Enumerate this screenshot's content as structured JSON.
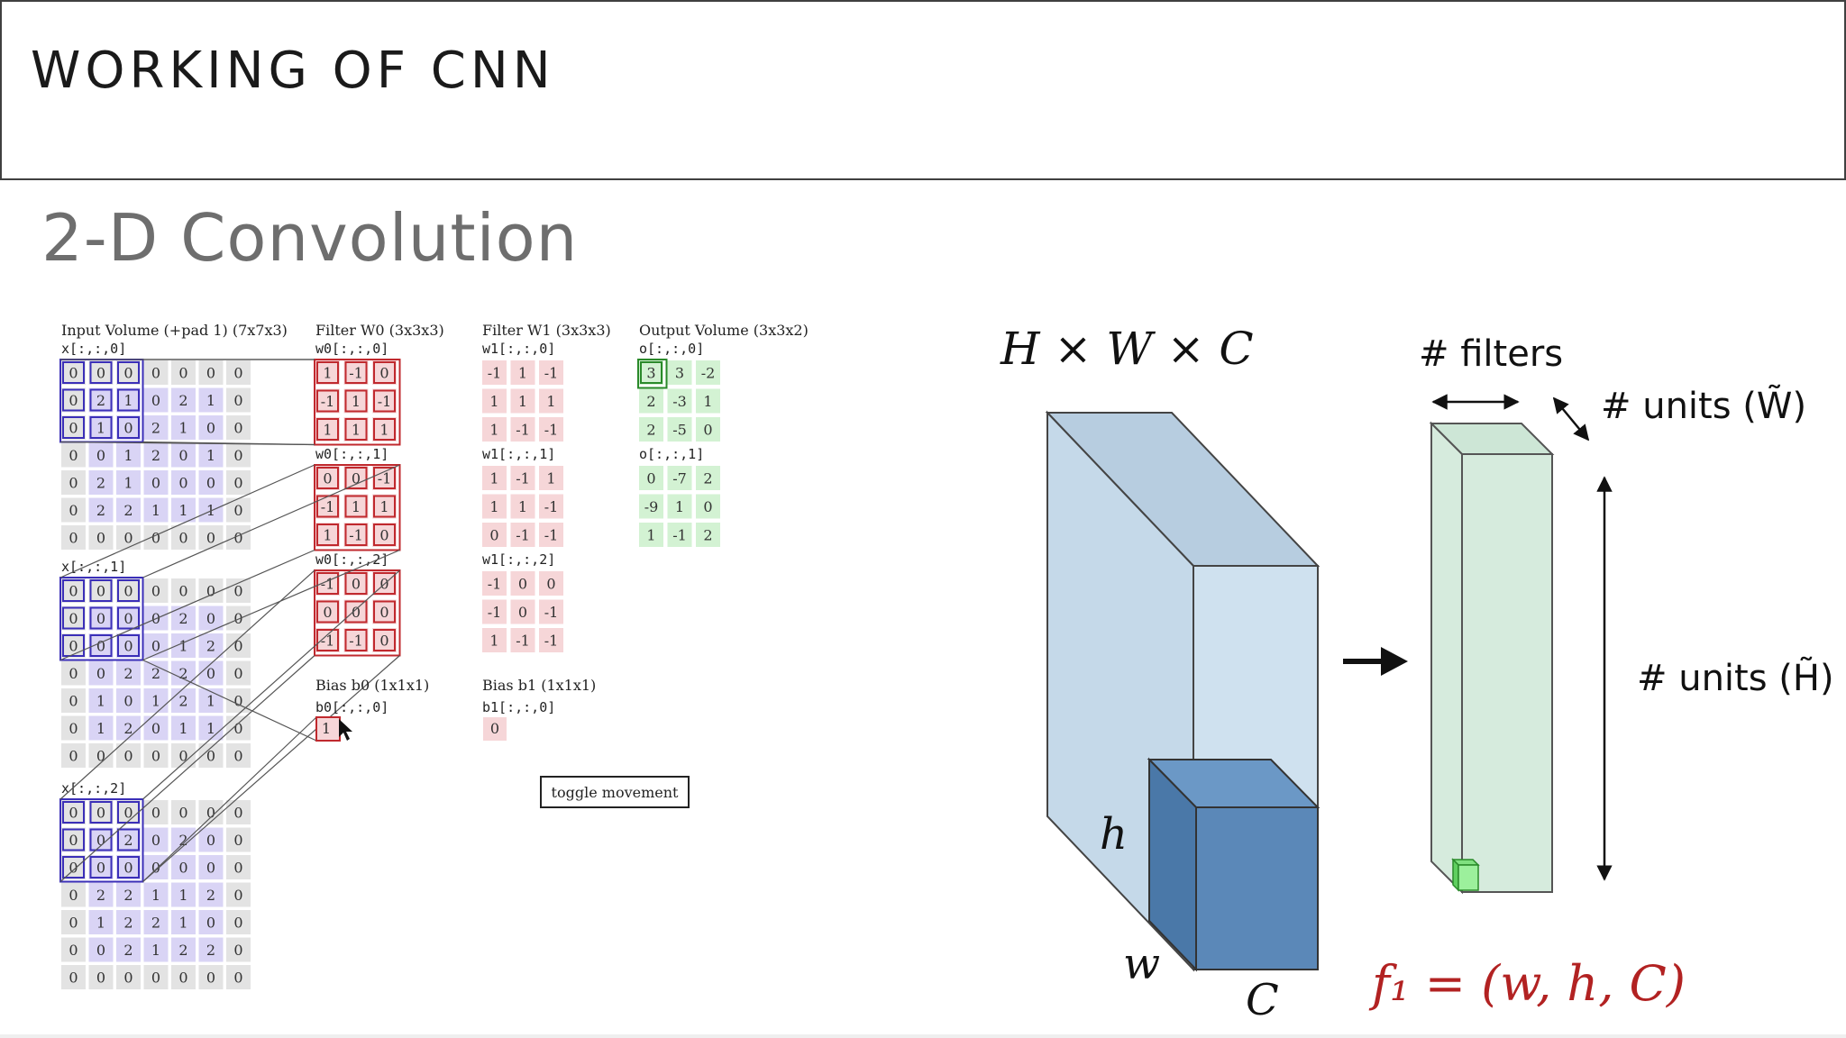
{
  "slide": {
    "title": "WORKING OF CNN",
    "subtitle": "2-D Convolution"
  },
  "left": {
    "input_label": "Input Volume (+pad 1) (7x7x3)",
    "filter0_label": "Filter W0 (3x3x3)",
    "filter1_label": "Filter W1 (3x3x3)",
    "output_label": "Output Volume (3x3x2)",
    "input_slices": [
      {
        "name": "x[:,:,0]",
        "grid": [
          [
            0,
            0,
            0,
            0,
            0,
            0,
            0
          ],
          [
            0,
            2,
            1,
            0,
            2,
            1,
            0
          ],
          [
            0,
            1,
            0,
            2,
            1,
            0,
            0
          ],
          [
            0,
            0,
            1,
            2,
            0,
            1,
            0
          ],
          [
            0,
            2,
            1,
            0,
            0,
            0,
            0
          ],
          [
            0,
            2,
            2,
            1,
            1,
            1,
            0
          ],
          [
            0,
            0,
            0,
            0,
            0,
            0,
            0
          ]
        ]
      },
      {
        "name": "x[:,:,1]",
        "grid": [
          [
            0,
            0,
            0,
            0,
            0,
            0,
            0
          ],
          [
            0,
            0,
            0,
            0,
            2,
            0,
            0
          ],
          [
            0,
            0,
            0,
            0,
            1,
            2,
            0
          ],
          [
            0,
            0,
            2,
            2,
            2,
            0,
            0
          ],
          [
            0,
            1,
            0,
            1,
            2,
            1,
            0
          ],
          [
            0,
            1,
            2,
            0,
            1,
            1,
            0
          ],
          [
            0,
            0,
            0,
            0,
            0,
            0,
            0
          ]
        ]
      },
      {
        "name": "x[:,:,2]",
        "grid": [
          [
            0,
            0,
            0,
            0,
            0,
            0,
            0
          ],
          [
            0,
            0,
            2,
            0,
            2,
            0,
            0
          ],
          [
            0,
            0,
            0,
            0,
            0,
            0,
            0
          ],
          [
            0,
            2,
            2,
            1,
            1,
            2,
            0
          ],
          [
            0,
            1,
            2,
            2,
            1,
            0,
            0
          ],
          [
            0,
            0,
            2,
            1,
            2,
            2,
            0
          ],
          [
            0,
            0,
            0,
            0,
            0,
            0,
            0
          ]
        ]
      }
    ],
    "w0_slices": [
      {
        "name": "w0[:,:,0]",
        "grid": [
          [
            1,
            -1,
            0
          ],
          [
            -1,
            1,
            -1
          ],
          [
            1,
            1,
            1
          ]
        ]
      },
      {
        "name": "w0[:,:,1]",
        "grid": [
          [
            0,
            0,
            -1
          ],
          [
            -1,
            1,
            1
          ],
          [
            1,
            -1,
            0
          ]
        ]
      },
      {
        "name": "w0[:,:,2]",
        "grid": [
          [
            -1,
            0,
            0
          ],
          [
            0,
            0,
            0
          ],
          [
            -1,
            -1,
            0
          ]
        ]
      }
    ],
    "w1_slices": [
      {
        "name": "w1[:,:,0]",
        "grid": [
          [
            -1,
            1,
            -1
          ],
          [
            1,
            1,
            1
          ],
          [
            1,
            -1,
            -1
          ]
        ]
      },
      {
        "name": "w1[:,:,1]",
        "grid": [
          [
            1,
            -1,
            1
          ],
          [
            1,
            1,
            -1
          ],
          [
            0,
            -1,
            -1
          ]
        ]
      },
      {
        "name": "w1[:,:,2]",
        "grid": [
          [
            -1,
            0,
            0
          ],
          [
            -1,
            0,
            -1
          ],
          [
            1,
            -1,
            -1
          ]
        ]
      }
    ],
    "output_slices": [
      {
        "name": "o[:,:,0]",
        "grid": [
          [
            3,
            3,
            -2
          ],
          [
            2,
            -3,
            1
          ],
          [
            2,
            -5,
            0
          ]
        ]
      },
      {
        "name": "o[:,:,1]",
        "grid": [
          [
            0,
            -7,
            2
          ],
          [
            -9,
            1,
            0
          ],
          [
            1,
            -1,
            2
          ]
        ]
      }
    ],
    "bias0_label": "Bias b0 (1x1x1)",
    "bias0_name": "b0[:,:,0]",
    "bias0_value": 1,
    "bias1_label": "Bias b1 (1x1x1)",
    "bias1_name": "b1[:,:,0]",
    "bias1_value": 0,
    "toggle_label": "toggle movement"
  },
  "right": {
    "dims_label": "H × W × C",
    "filters_label": "# filters",
    "units_w_label": "# units (W̃)",
    "units_h_label": "# units (H̃)",
    "h_label": "h",
    "w_label": "w",
    "c_label": "C",
    "formula": "f₁ = (w, h, C)"
  },
  "colors": {
    "input_fill": "#d9d4f5",
    "input_pad": "#e3e3e3",
    "filter_fill": "#f6d6d8",
    "output_fill": "#d3f2d3",
    "highlight_blue": "#3b2fb8",
    "highlight_red": "#c0292e",
    "highlight_green": "#2a8a2a",
    "volume_front": "#c9dbe9",
    "filter_block": "#5b88b8",
    "output_box": "#d6ebdd",
    "formula_red": "#b22222"
  }
}
